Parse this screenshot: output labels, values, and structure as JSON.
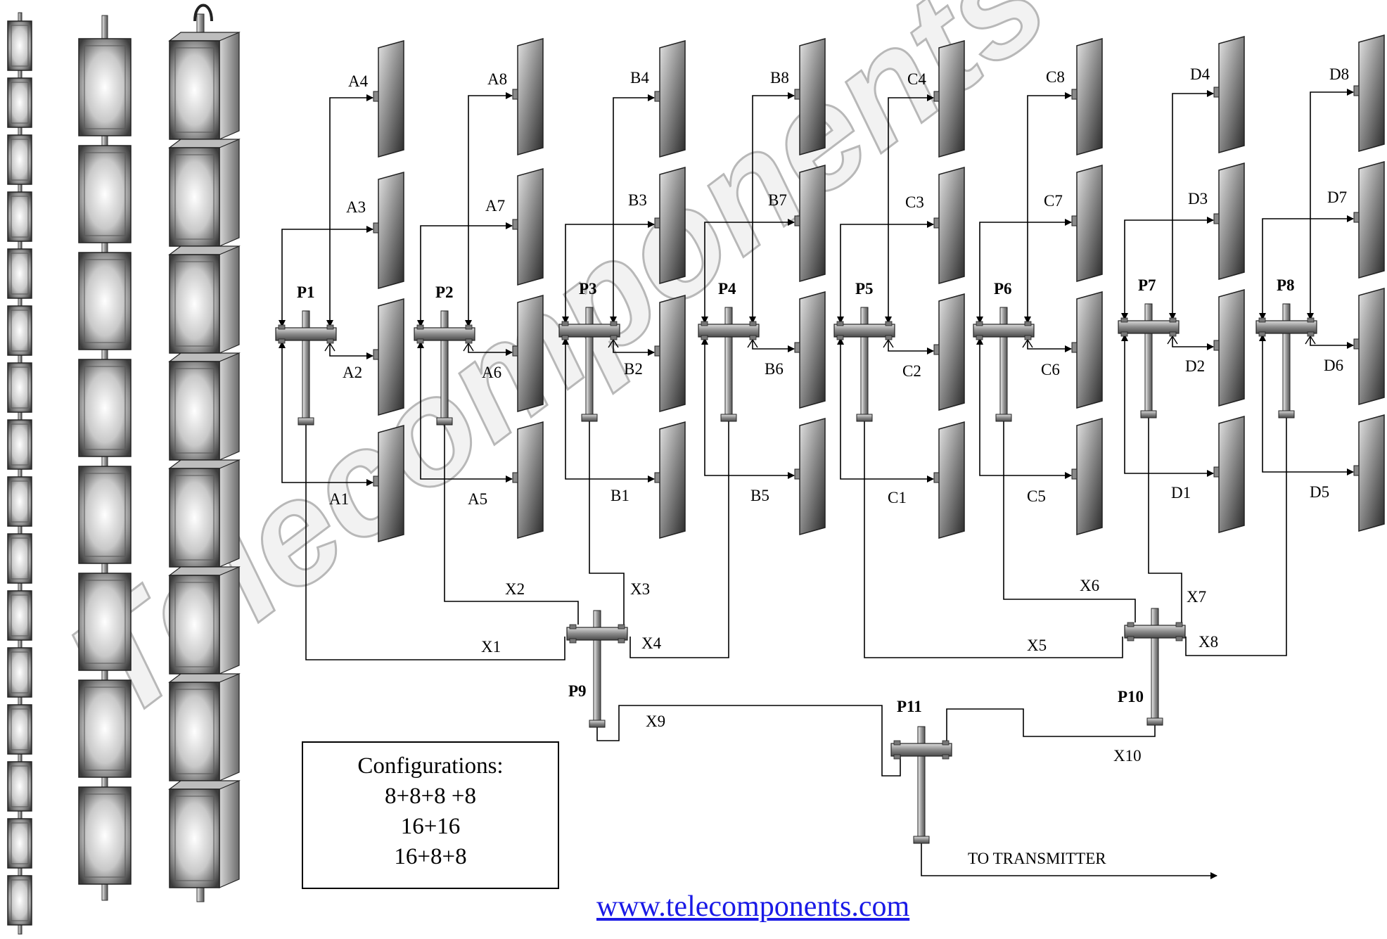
{
  "watermark": "Telecomponents",
  "panels": [
    {
      "label": "A1",
      "top": true
    },
    {
      "label": "A2"
    },
    {
      "label": "A3"
    },
    {
      "label": "A4"
    },
    {
      "label": "A5"
    },
    {
      "label": "A6"
    },
    {
      "label": "A7"
    },
    {
      "label": "A8"
    },
    {
      "label": "B1"
    },
    {
      "label": "B2"
    },
    {
      "label": "B3"
    },
    {
      "label": "B4"
    },
    {
      "label": "B5"
    },
    {
      "label": "B6"
    },
    {
      "label": "B7"
    },
    {
      "label": "B8"
    },
    {
      "label": "C1"
    },
    {
      "label": "C2"
    },
    {
      "label": "C3"
    },
    {
      "label": "C4"
    },
    {
      "label": "C5"
    },
    {
      "label": "C6"
    },
    {
      "label": "C7"
    },
    {
      "label": "C8"
    },
    {
      "label": "D1"
    },
    {
      "label": "D2"
    },
    {
      "label": "D3"
    },
    {
      "label": "D4"
    },
    {
      "label": "D5"
    },
    {
      "label": "D6"
    },
    {
      "label": "D7"
    },
    {
      "label": "D8"
    }
  ],
  "dividers": [
    "P1",
    "P2",
    "P3",
    "P4",
    "P5",
    "P6",
    "P7",
    "P8",
    "P9",
    "P10",
    "P11"
  ],
  "cables": [
    "X1",
    "X2",
    "X3",
    "X4",
    "X5",
    "X6",
    "X7",
    "X8",
    "X9",
    "X10"
  ],
  "output_label": "TO TRANSMITTER",
  "configurations": {
    "title": "Configurations:",
    "options": [
      "8+8+8 +8",
      "16+16",
      "16+8+8"
    ]
  },
  "website": "www.telecomponents.com"
}
